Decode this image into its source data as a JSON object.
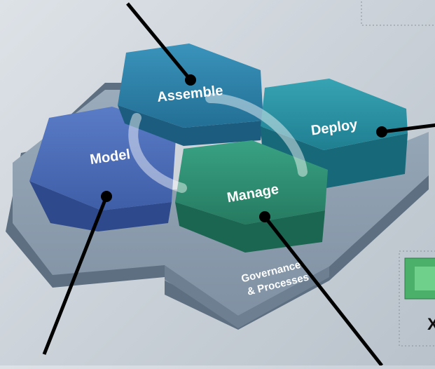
{
  "hexagons": {
    "assemble": {
      "label": "Assemble",
      "color": "#2b7fa8"
    },
    "deploy": {
      "label": "Deploy",
      "color": "#2a92a3"
    },
    "model": {
      "label": "Model",
      "color": "#4f6fba"
    },
    "manage": {
      "label": "Manage",
      "color": "#2f8f73"
    }
  },
  "base": {
    "label_line1": "Governance",
    "label_line2": "& Processes",
    "color": "#7f91a3"
  },
  "right_box": {
    "partial_letter": "X"
  }
}
